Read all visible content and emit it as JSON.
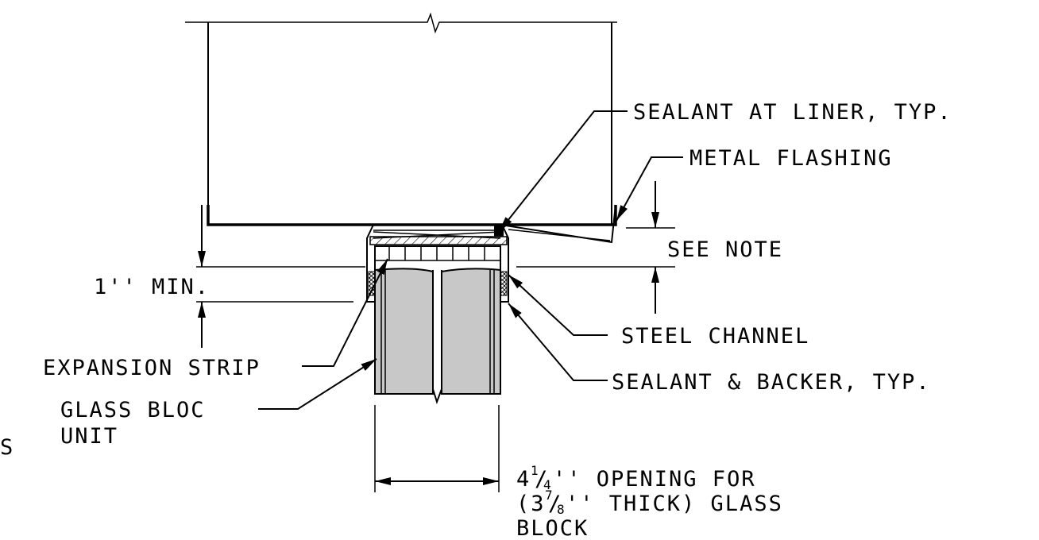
{
  "labels": {
    "sealant_at_liner": "SEALANT AT LINER, TYP.",
    "metal_flashing": "METAL FLASHING",
    "see_note": "SEE NOTE",
    "one_inch_min": "1'' MIN.",
    "steel_channel": "STEEL CHANNEL",
    "expansion_strip": "EXPANSION STRIP",
    "sealant_backer": "SEALANT & BACKER, TYP.",
    "glass_bloc_line1": "GLASS BLOC",
    "glass_bloc_line2": "UNIT",
    "opening_whole": "4",
    "opening_frac_num": "1",
    "opening_frac_den": "4",
    "opening_rest": "'' OPENING FOR",
    "thick_prefix": "(3",
    "thick_frac_num": "7",
    "thick_frac_den": "8",
    "thick_rest": "'' THICK) GLASS",
    "block": "BLOCK",
    "edge_fragment": "S"
  },
  "colors": {
    "ink": "#000000",
    "glass_fill": "#c8c8c8",
    "background": "#ffffff"
  }
}
